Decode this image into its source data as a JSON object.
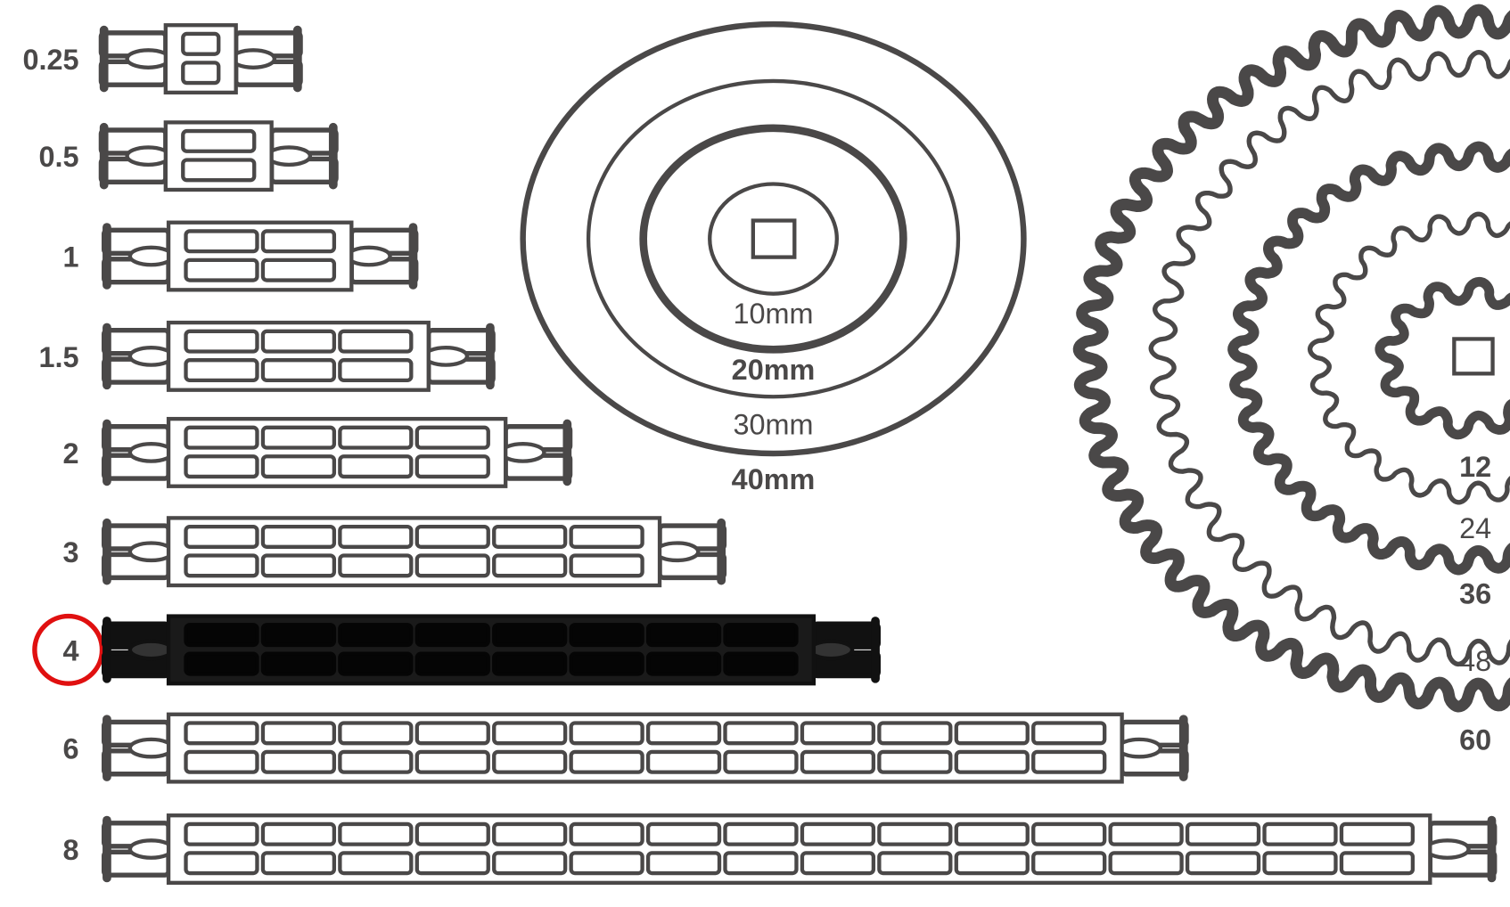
{
  "colors": {
    "line": "#4a4848",
    "selected_fill": "#1a1a1a",
    "highlight": "#e01010",
    "background": "#ffffff"
  },
  "beams": [
    {
      "label": "0.25",
      "length": 0.25
    },
    {
      "label": "0.5",
      "length": 0.5
    },
    {
      "label": "1",
      "length": 1
    },
    {
      "label": "1.5",
      "length": 1.5
    },
    {
      "label": "2",
      "length": 2
    },
    {
      "label": "3",
      "length": 3
    },
    {
      "label": "4",
      "length": 4,
      "selected": true
    },
    {
      "label": "6",
      "length": 6
    },
    {
      "label": "8",
      "length": 8
    }
  ],
  "rings": [
    {
      "label": "10mm",
      "bold": false
    },
    {
      "label": "20mm",
      "bold": true
    },
    {
      "label": "30mm",
      "bold": false
    },
    {
      "label": "40mm",
      "bold": true
    }
  ],
  "gears": [
    {
      "label": "12",
      "teeth": 12,
      "bold": true
    },
    {
      "label": "24",
      "teeth": 24,
      "bold": false
    },
    {
      "label": "36",
      "teeth": 36,
      "bold": true
    },
    {
      "label": "48",
      "teeth": 48,
      "bold": false
    },
    {
      "label": "60",
      "teeth": 60,
      "bold": true
    }
  ]
}
